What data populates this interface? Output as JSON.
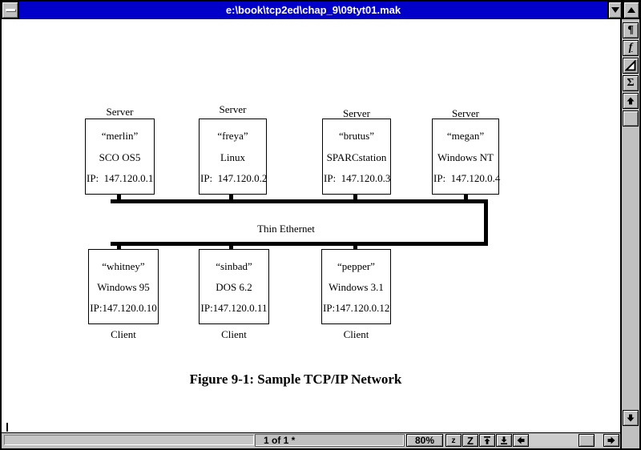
{
  "titlebar": {
    "title": "e:\\book\\tcp2ed\\chap_9\\09tyt01.mak"
  },
  "right_toolbar": {
    "pilcrow": "¶",
    "function": "f",
    "sigma": "Σ"
  },
  "statusbar": {
    "page_indicator": "1 of 1 *",
    "zoom_level": "80%",
    "zoom_out_label": "z",
    "zoom_in_label": "Z"
  },
  "diagram": {
    "ethernet_label": "Thin Ethernet",
    "caption": "Figure 9-1: Sample TCP/IP Network",
    "servers": [
      {
        "role": "Server",
        "name": "“merlin”",
        "os": "SCO OS5",
        "ip": "IP:  147.120.0.1"
      },
      {
        "role": "Server",
        "name": "“freya”",
        "os": "Linux",
        "ip": "IP:  147.120.0.2"
      },
      {
        "role": "Server",
        "name": "“brutus”",
        "os": "SPARCstation",
        "ip": "IP:  147.120.0.3"
      },
      {
        "role": "Server",
        "name": "“megan”",
        "os": "Windows NT",
        "ip": "IP:  147.120.0.4"
      }
    ],
    "clients": [
      {
        "role": "Client",
        "name": "“whitney”",
        "os": "Windows 95",
        "ip": "IP:147.120.0.10"
      },
      {
        "role": "Client",
        "name": "“sinbad”",
        "os": "DOS 6.2",
        "ip": "IP:147.120.0.11"
      },
      {
        "role": "Client",
        "name": "“pepper”",
        "os": "Windows 3.1",
        "ip": "IP:147.120.0.12"
      }
    ]
  },
  "colors": {
    "titlebar_blue": "#0000C8",
    "chrome_gray": "#C0C0C0",
    "page_white": "#FFFFFF"
  }
}
